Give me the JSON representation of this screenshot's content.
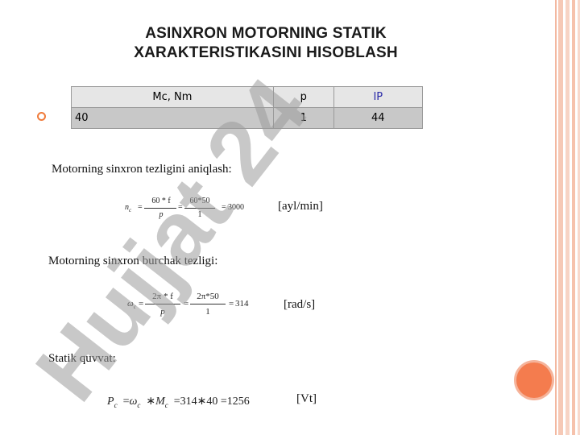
{
  "slide": {
    "title_line1": "ASINXRON MOTORNING STATIK",
    "title_line2": "XARAKTERISTIKASINI HISOBLASH"
  },
  "table": {
    "headers": [
      "Mc, Nm",
      "p",
      "IP"
    ],
    "row": [
      "40",
      "1",
      "44"
    ]
  },
  "section1": {
    "label": "Motorning sinxron tezligini aniqlash:",
    "formula": {
      "lhs": "n",
      "lhs_sub": "c",
      "num1": "60 * f",
      "den1": "p",
      "num2": "60*50",
      "den2": "1",
      "result": "3000"
    },
    "unit": "[ayl/min]"
  },
  "section2": {
    "label": "Motorning sinxron burchak tezligi:",
    "formula": {
      "lhs": "ω",
      "lhs_sub": "c",
      "num1": "2π * f",
      "den1": "p",
      "num2": "2π*50",
      "den2": "1",
      "result": "314"
    },
    "unit": "[rad/s]"
  },
  "section3": {
    "label": "Statik quvvat:",
    "formula": {
      "P": "P",
      "P_sub": "c",
      "omega": "ω",
      "omega_sub": "c",
      "M": "M",
      "M_sub": "c",
      "rhs": "=314∗40 =1256"
    },
    "unit": "[Vt]"
  },
  "watermark": {
    "text": "Hujjat 24",
    "color": "#b9b0f0"
  },
  "colors": {
    "accent_orange": "#f47c4e",
    "stripe_peach": "#f6c6b0"
  }
}
